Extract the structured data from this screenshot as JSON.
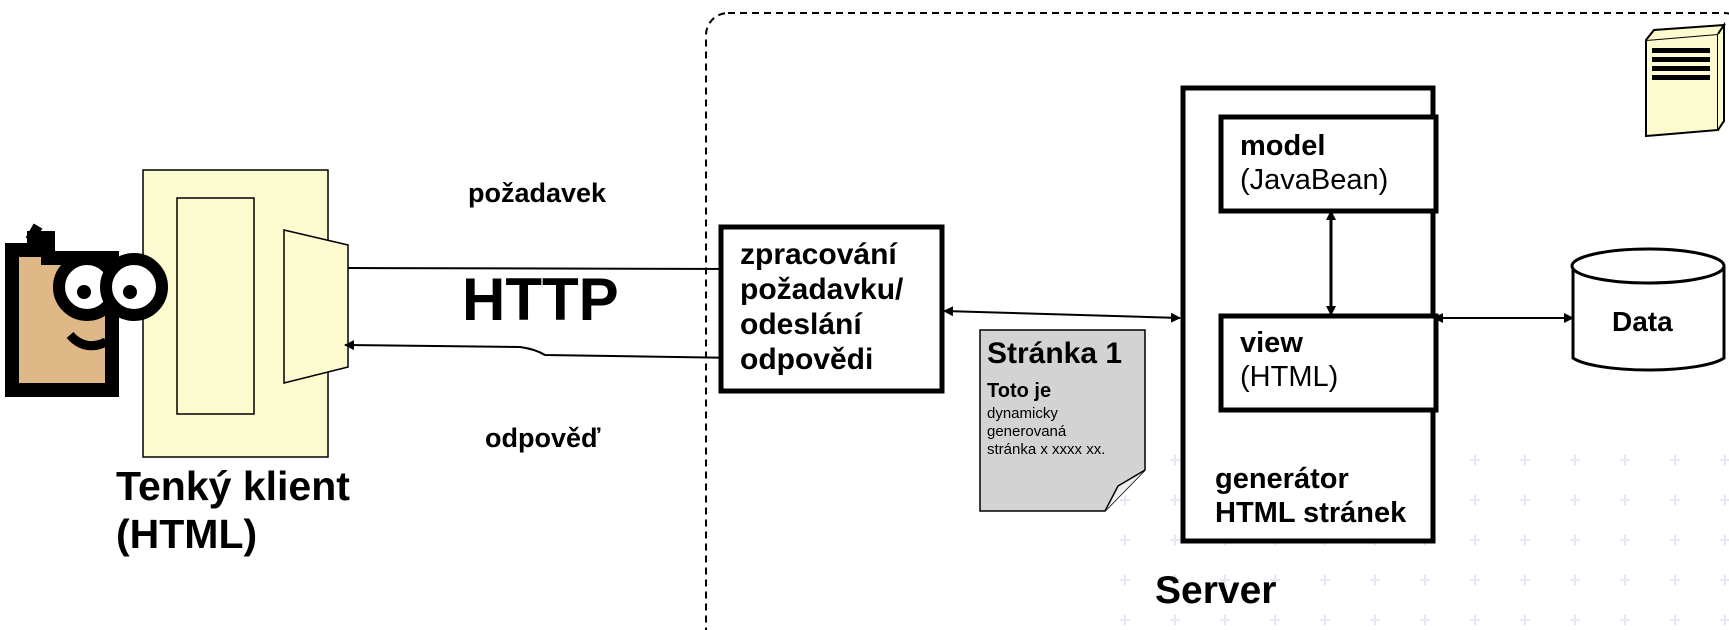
{
  "labels": {
    "request": "požadavek",
    "protocol": "HTTP",
    "response": "odpověď",
    "client_line1": "Tenký klient",
    "client_line2": "(HTML)",
    "server": "Server"
  },
  "controller": {
    "line1": "zpracování",
    "line2": "požadavku/",
    "line3": "odeslání",
    "line4": "odpovědi"
  },
  "model": {
    "title": "model",
    "subtitle": "(JavaBean)"
  },
  "view": {
    "title": "view",
    "subtitle": "(HTML)"
  },
  "generator": {
    "line1": "generátor",
    "line2": "HTML stránek"
  },
  "database": {
    "label": "Data"
  },
  "page_doc": {
    "title": "Stránka 1",
    "heading": "Toto je",
    "line1": "dynamicky",
    "line2": "generovaná",
    "line3": "stránka x xxxx xx."
  },
  "colors": {
    "client_fill": "#fcfbd0",
    "face_fill": "#deb887",
    "doc_fill": "#d3d3d3",
    "server_icon_fill": "#fcfbd0"
  }
}
